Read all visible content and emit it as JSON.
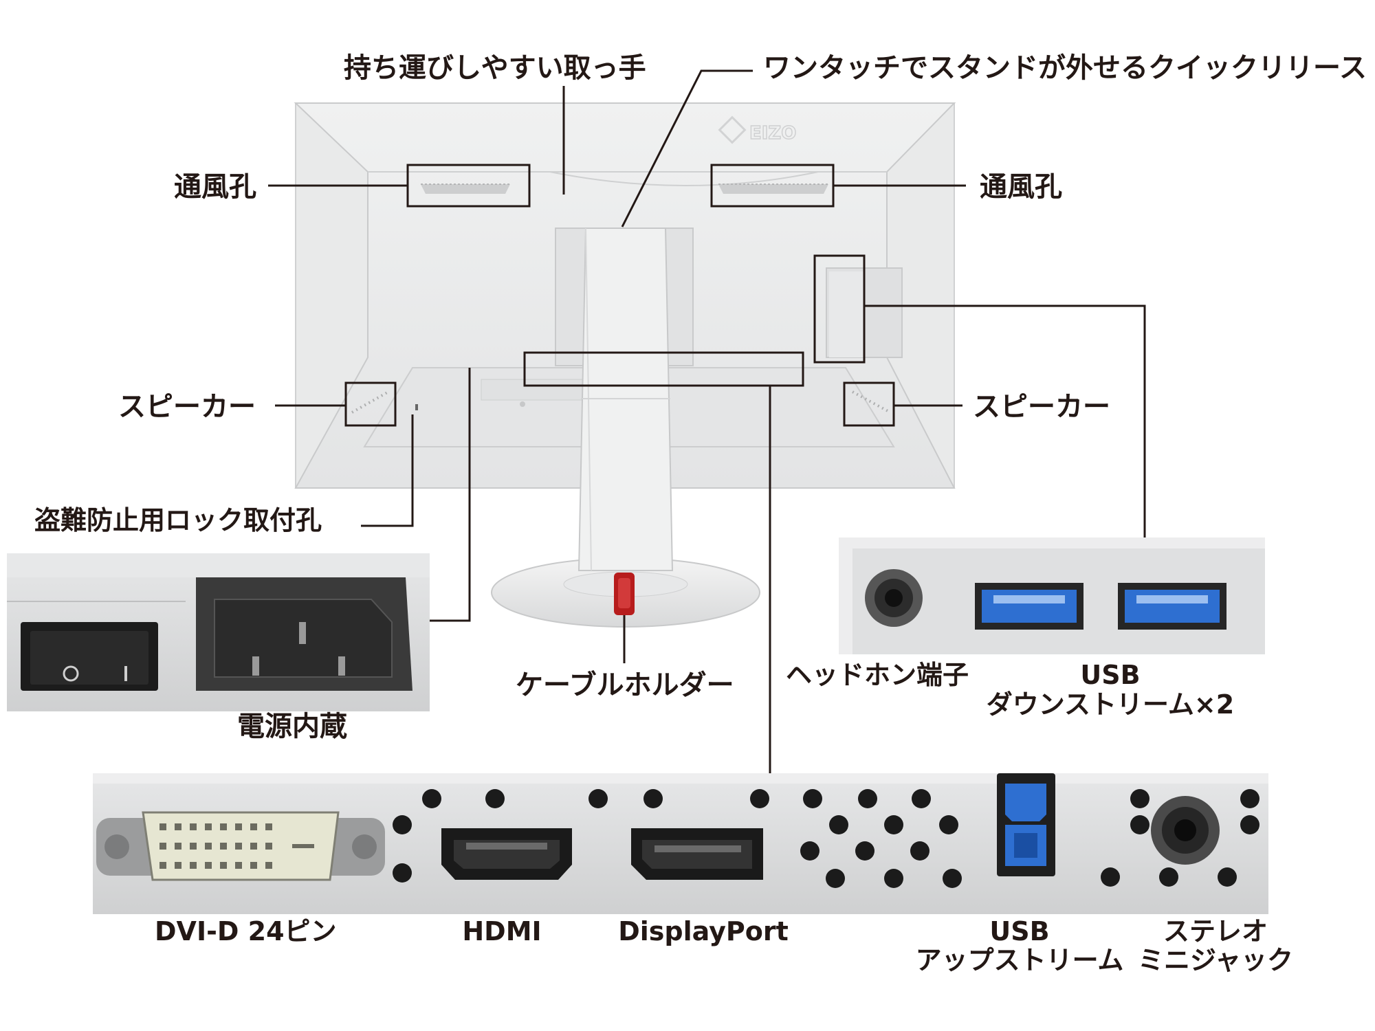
{
  "logo": {
    "text": "EIZO"
  },
  "labels": {
    "handle": "持ち運びしやすい取っ手",
    "quick_release": "ワンタッチでスタンドが外せるクイックリリース",
    "vent_left": "通風孔",
    "vent_right": "通風孔",
    "speaker_left": "スピーカー",
    "speaker_right": "スピーカー",
    "security_slot": "盗難防止用ロック取付孔",
    "power": "電源内蔵",
    "cable_holder": "ケーブルホルダー",
    "headphone": "ヘッドホン端子",
    "usb_down_line1": "USB",
    "usb_down_line2": "ダウンストリーム×2",
    "dvi": "DVI-D 24ピン",
    "hdmi": "HDMI",
    "displayport": "DisplayPort",
    "usb_up_line1": "USB",
    "usb_up_line2": "アップストリーム",
    "stereo_line1": "ステレオ",
    "stereo_line2": "ミニジャック"
  },
  "colors": {
    "text": "#231815",
    "line": "#231815",
    "monitor_body": "#eceded",
    "panel_bg": "#d9dadb",
    "usb3_blue": "#2e6fd1",
    "cable_holder_red": "#b71c1c"
  }
}
